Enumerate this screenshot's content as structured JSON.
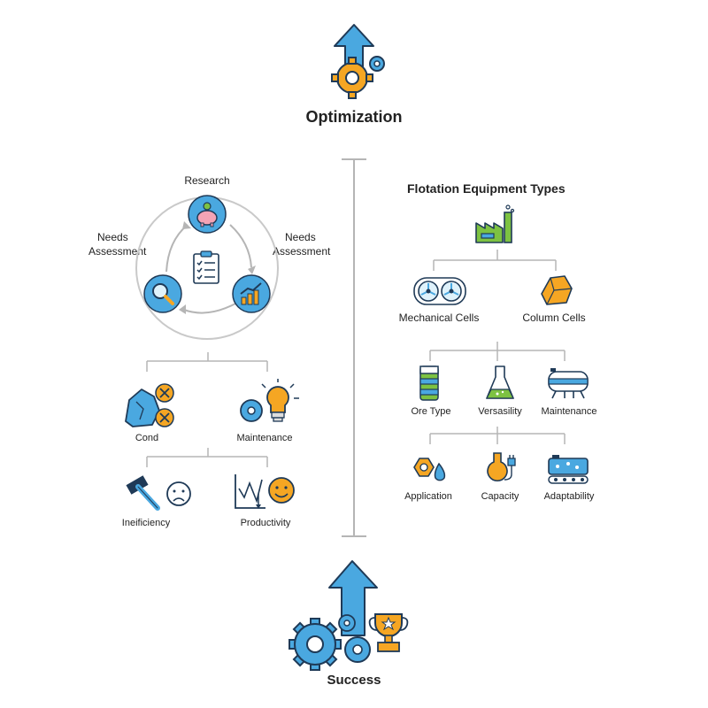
{
  "top": {
    "title": "Optimization"
  },
  "bottom": {
    "title": "Success"
  },
  "left": {
    "cycle": {
      "top_label": "Research",
      "left_label": [
        "Needs",
        "Assessment"
      ],
      "right_label": [
        "Needs",
        "Assessment"
      ]
    },
    "row1": [
      "Cond",
      "Maintenance"
    ],
    "row2": [
      "Ineificiency",
      "Productivity"
    ]
  },
  "right": {
    "title": "Flotation Equipment Types",
    "level1": [
      "Mechanical Cells",
      "Column Cells"
    ],
    "level2": [
      "Ore Type",
      "Versasility",
      "Maintenance"
    ],
    "level3": [
      "Application",
      "Capacity",
      "Adaptability"
    ]
  },
  "colors": {
    "blue": "#4aa8e0",
    "orange": "#f5a623",
    "green": "#7dc242",
    "navy": "#1f3a57",
    "line": "#b5b5b5"
  }
}
